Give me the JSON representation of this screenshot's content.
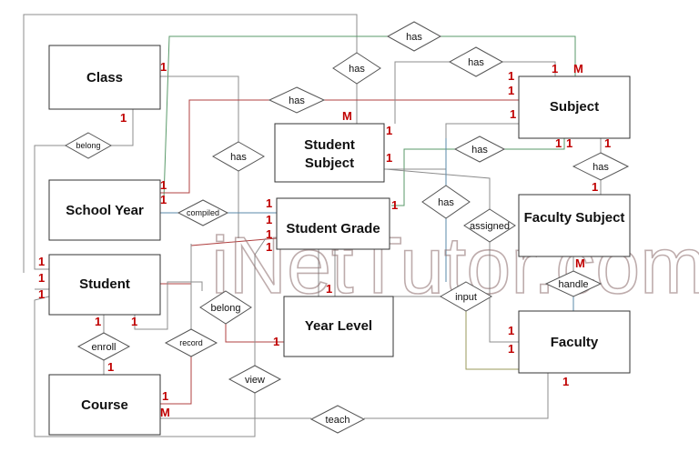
{
  "entities": {
    "class": "Class",
    "school_year": "School Year",
    "student": "Student",
    "course": "Course",
    "student_subject": [
      "Student",
      "Subject"
    ],
    "student_grade": "Student Grade",
    "year_level": "Year Level",
    "subject": "Subject",
    "faculty_subject": "Faculty Subject",
    "faculty": "Faculty"
  },
  "relationships": {
    "has_top": "has",
    "has_student_subject": "has",
    "has_subject_left": "has",
    "has_class_subject": "has",
    "has_mid": "has",
    "has_subject_grade": "has",
    "has_faculty_subject": "has",
    "has_center": "has",
    "belong_class": "belong",
    "compiled": "compiled",
    "belong_year": "belong",
    "record": "record",
    "enroll": "enroll",
    "view": "view",
    "teach": "teach",
    "assigned": "assigned",
    "input": "input",
    "handle": "handle"
  },
  "cardinalities": {
    "class_right": "1",
    "class_bottom": "1",
    "school_year_a": "1",
    "school_year_b": "1",
    "student_a": "1",
    "student_b": "1",
    "student_c": "1",
    "student_bottom_a": "1",
    "student_bottom_b": "1",
    "course_enroll": "1",
    "course_right": "1",
    "course_m": "M",
    "student_subject_m": "M",
    "student_subject_a": "1",
    "student_subject_b": "1",
    "student_grade_a": "1",
    "student_grade_b": "1",
    "student_grade_c": "1",
    "student_grade_d": "1",
    "student_grade_right": "1",
    "year_level_a": "1",
    "year_level_b": "1",
    "subject_m": "M",
    "subject_a": "1",
    "subject_b": "1",
    "subject_c": "1",
    "subject_d": "1",
    "subject_e": "1",
    "subject_f": "1",
    "subject_g": "1",
    "faculty_subject_top": "1",
    "faculty_subject_m": "M",
    "faculty_a": "1",
    "faculty_b": "1",
    "faculty_bottom": "1"
  },
  "watermark": "iNetTutor.com",
  "colors": {
    "cardinality": "#c00000",
    "line_gray": "#8c8c8c",
    "line_red": "#b04040",
    "line_green": "#5a9a6a",
    "line_blue": "#5a8aaa",
    "line_olive": "#9a9a5a"
  }
}
